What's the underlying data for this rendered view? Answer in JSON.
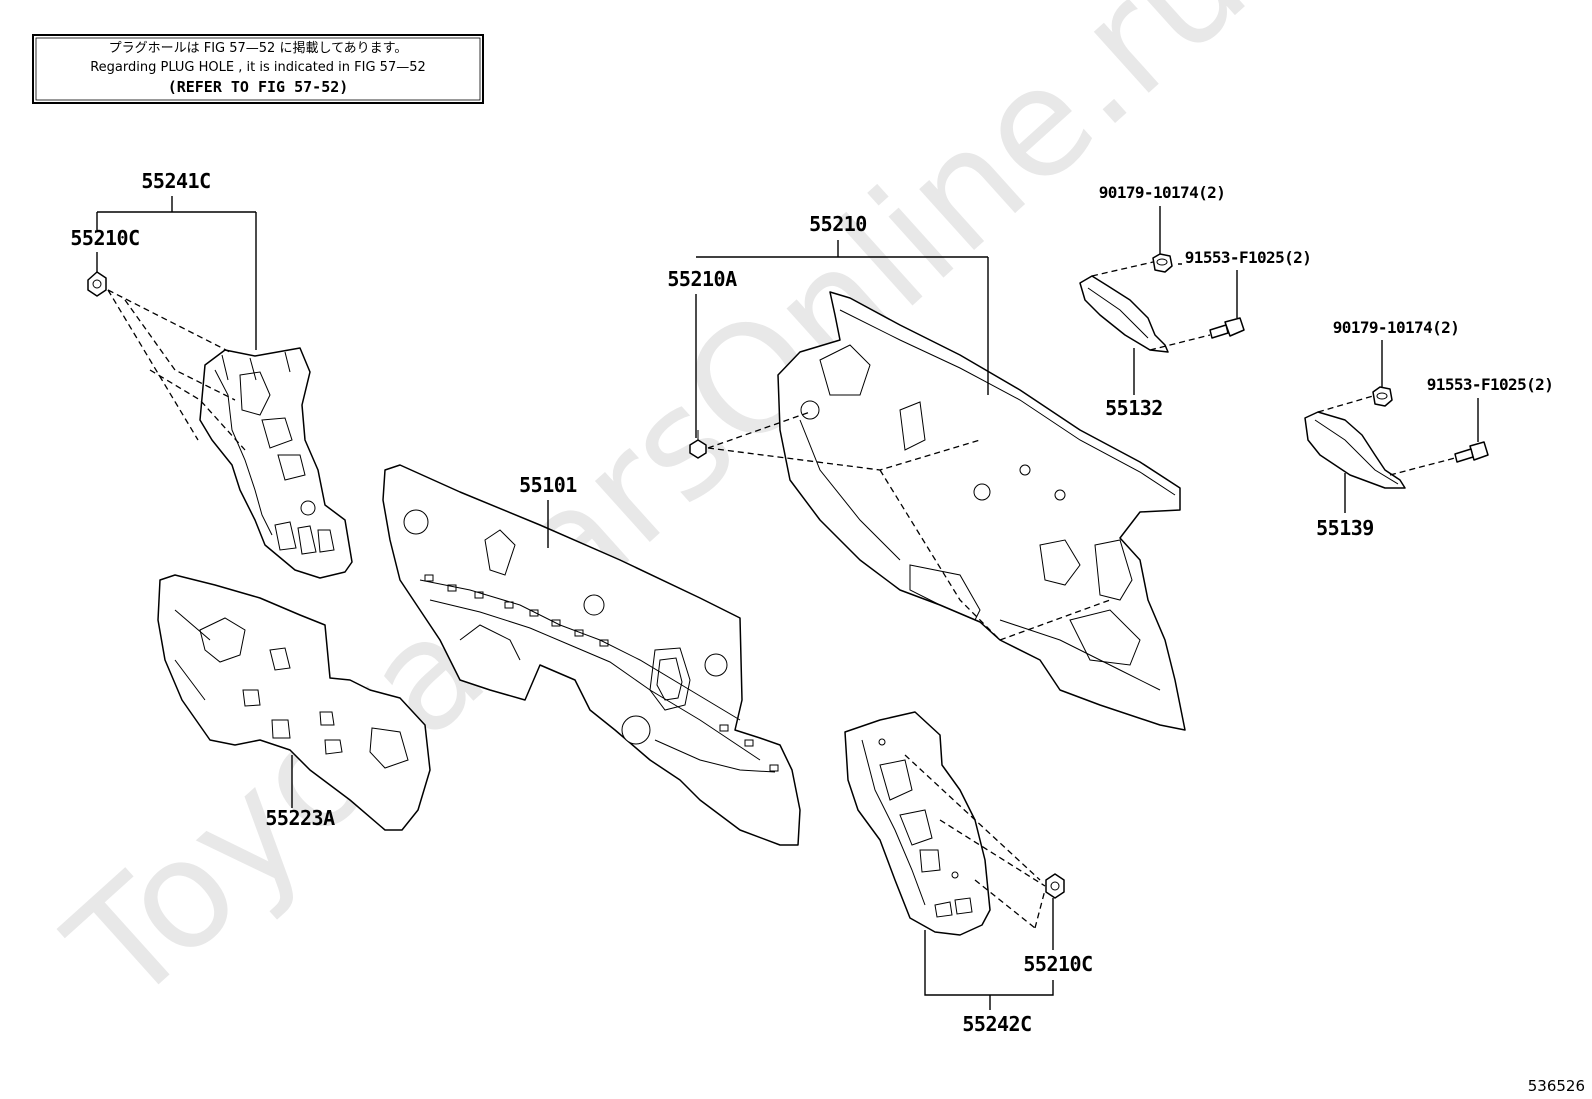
{
  "note": {
    "line_jp": "プラグホールは FIG 57—52 に掲載してあります。",
    "line_en": "Regarding  PLUG  HOLE , it is indicated in FIG  57—52",
    "line_ref": "(REFER TO FIG 57-52)"
  },
  "watermark": "ToyotaCarsOnline.ru",
  "labels": {
    "p55241C": "55241C",
    "p55210C_top": "55210C",
    "p55210": "55210",
    "p55210A": "55210A",
    "p55101": "55101",
    "p55223A": "55223A",
    "p90179_a": "90179-10174(2)",
    "p91553_a": "91553-F1025(2)",
    "p55132": "55132",
    "p90179_b": "90179-10174(2)",
    "p91553_b": "91553-F1025(2)",
    "p55139": "55139",
    "p55210C_bottom": "55210C",
    "p55242C": "55242C"
  },
  "figure_id": "536526"
}
